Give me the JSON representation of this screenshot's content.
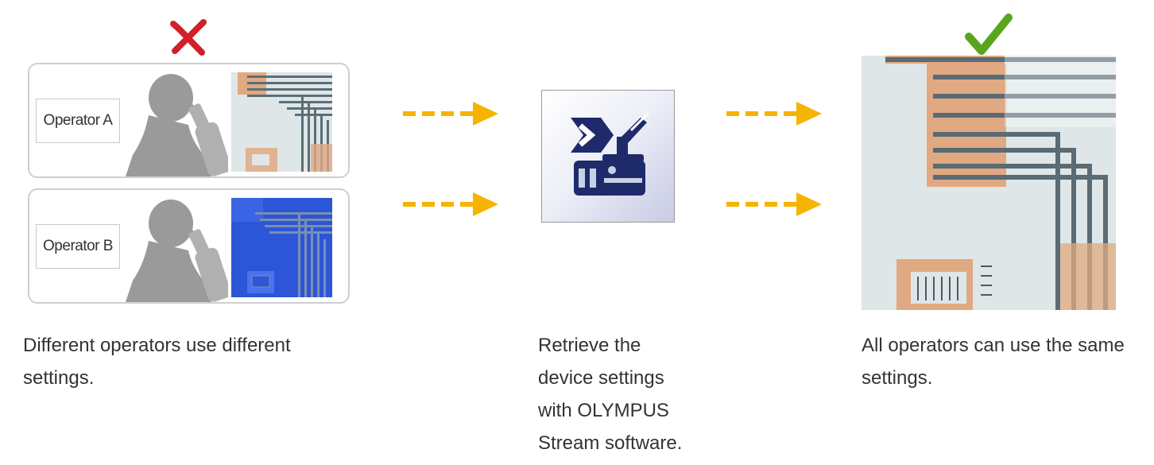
{
  "left": {
    "fail_mark": "red-x-icon",
    "operators": [
      {
        "label": "Operator A"
      },
      {
        "label": "Operator B"
      }
    ],
    "caption_lines": [
      "Different operators use different",
      "settings."
    ]
  },
  "middle": {
    "icon": "stream-software-icon",
    "caption_lines": [
      "Retrieve the",
      "device settings",
      "with OLYMPUS",
      "Stream software."
    ]
  },
  "right": {
    "success_mark": "green-check-icon",
    "caption_lines": [
      "All operators can use the same",
      "settings."
    ]
  },
  "colors": {
    "arrow": "#f5b400",
    "fail": "#d0202a",
    "success": "#5aa51e",
    "copper": "#e0a982",
    "bg_light": "#dfe6e8",
    "blue_screen": "#2d55d8",
    "icon_navy": "#1e2a6a"
  }
}
